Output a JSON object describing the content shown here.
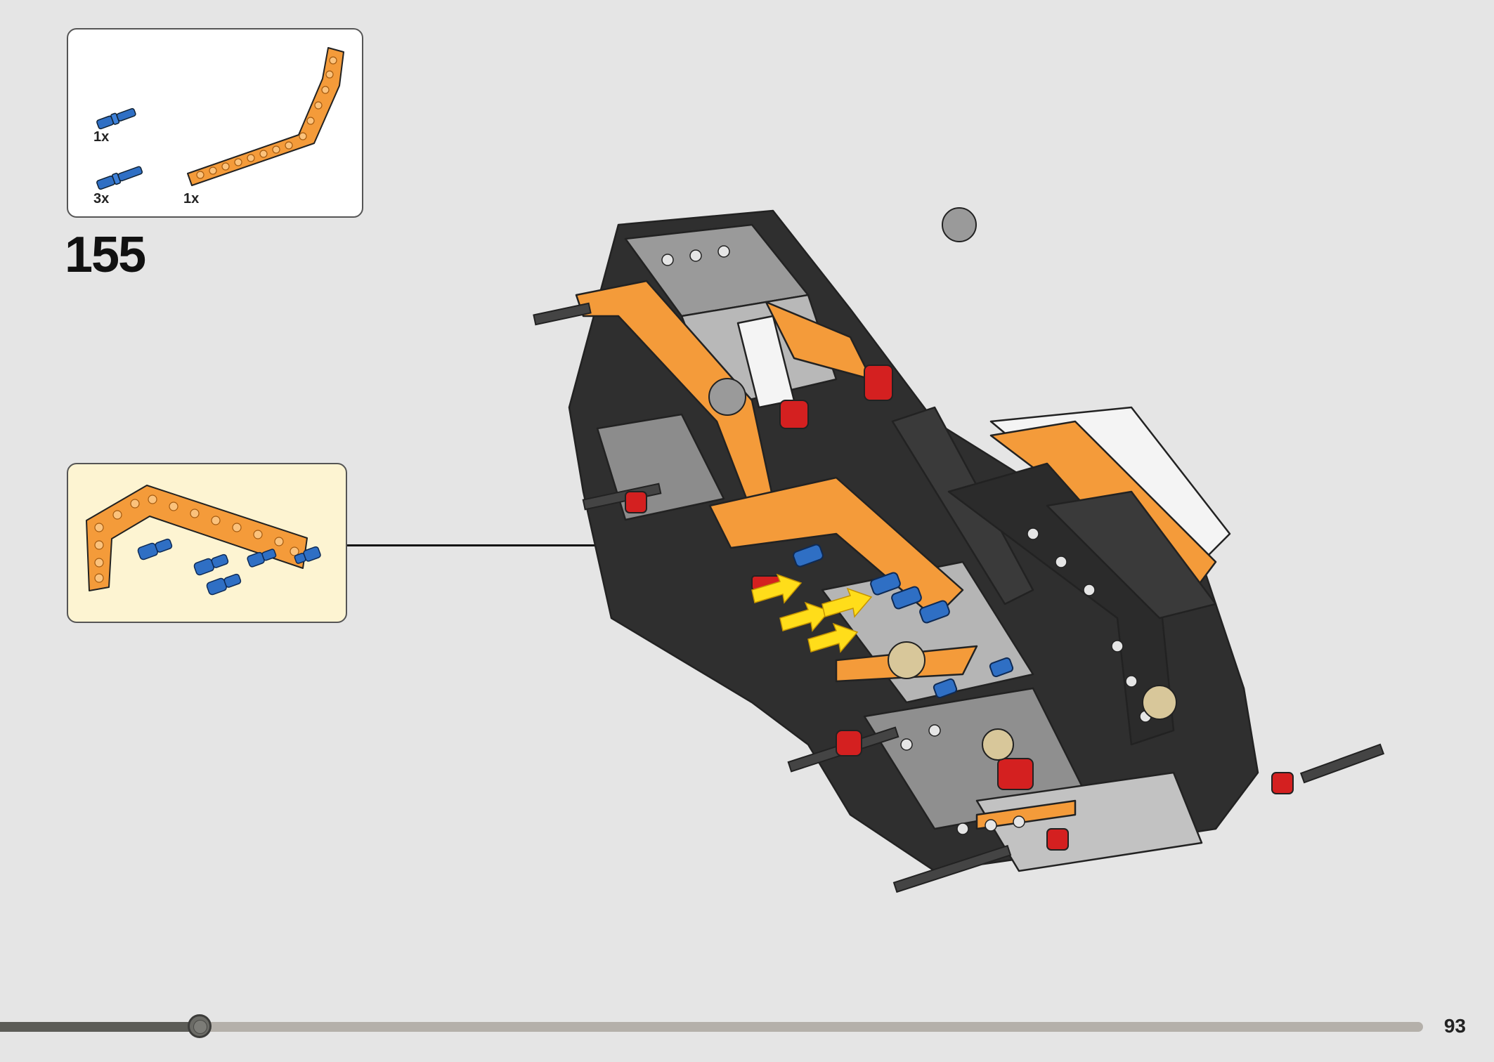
{
  "step": {
    "number": "155",
    "parts": [
      {
        "part": "blue-short-axle-pin",
        "quantity": "1x"
      },
      {
        "part": "blue-axle-pin",
        "quantity": "3x"
      },
      {
        "part": "orange-bent-beam",
        "quantity": "1x"
      }
    ]
  },
  "page": {
    "number": "93",
    "progress": 0.14
  },
  "colors": {
    "background": "#e5e5e5",
    "callout": "#fdf4d2",
    "orange": "#f49b3a",
    "blue": "#2f6fc4",
    "arrow": "#ffdd1a",
    "red": "#d42020",
    "dark": "#2f2f2f",
    "gray": "#9a9a9a"
  }
}
